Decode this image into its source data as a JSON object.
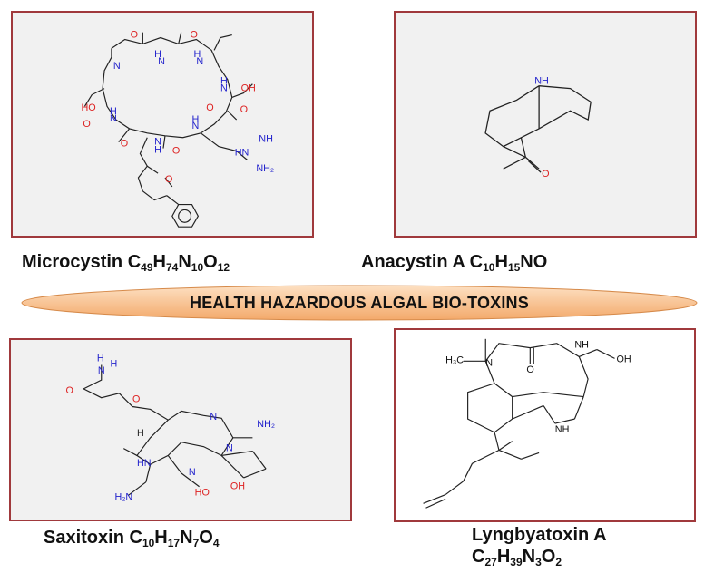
{
  "banner": {
    "title": "HEALTH HAZARDOUS ALGAL BIO-TOXINS"
  },
  "captions": {
    "microcystin": {
      "name": "Microcystin",
      "formula": [
        [
          "C",
          "49"
        ],
        [
          "H",
          "74"
        ],
        [
          "N",
          "10"
        ],
        [
          "O",
          "12"
        ]
      ]
    },
    "anacystin": {
      "name": "Anacystin A",
      "formula": [
        [
          "C",
          "10"
        ],
        [
          "H",
          "15"
        ],
        [
          "NO",
          ""
        ]
      ]
    },
    "saxitoxin": {
      "name": "Saxitoxin",
      "formula": [
        [
          "C",
          "10"
        ],
        [
          "H",
          "17"
        ],
        [
          "N",
          "7"
        ],
        [
          "O",
          "4"
        ]
      ]
    },
    "lyngbyatoxin": {
      "name": "Lyngbyatoxin A",
      "formula": [
        [
          "C",
          "27"
        ],
        [
          "H",
          "39"
        ],
        [
          "N",
          "3"
        ],
        [
          "O",
          "2"
        ]
      ]
    }
  },
  "atoms": {
    "N": "N",
    "H": "H",
    "O": "O",
    "HN": "HN",
    "NH": "NH",
    "OH": "OH",
    "H2N": "H₂N",
    "NH2": "NH₂",
    "H3C": "H₃C",
    "HO": "HO",
    "NH_label": "NH"
  },
  "colors": {
    "frame": "#a0393c",
    "nitrogen": "#2222cc",
    "oxygen": "#dd2222",
    "bond": "#222222",
    "banner_light": "#fde0c2",
    "banner_dark": "#f3a96a"
  }
}
